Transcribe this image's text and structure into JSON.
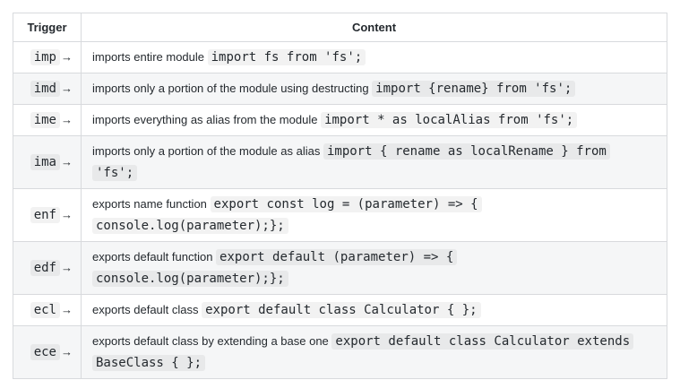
{
  "colors": {
    "text": "#24292e",
    "border": "#d8dadd",
    "alt_row_bg": "#f5f6f7",
    "code_chip_bg": "#f0f1f2"
  },
  "table": {
    "columns": [
      {
        "label": "Trigger"
      },
      {
        "label": "Content"
      }
    ],
    "rows": [
      {
        "trigger": "imp",
        "arrow": "→",
        "lines": [
          [
            {
              "t": "text",
              "s": "imports entire module "
            },
            {
              "t": "code",
              "s": "import fs from 'fs';"
            }
          ]
        ]
      },
      {
        "trigger": "imd",
        "arrow": "→",
        "lines": [
          [
            {
              "t": "text",
              "s": "imports only a portion of the module using destructing "
            },
            {
              "t": "code",
              "s": "import {rename} from 'fs';"
            }
          ]
        ]
      },
      {
        "trigger": "ime",
        "arrow": "→",
        "lines": [
          [
            {
              "t": "text",
              "s": "imports everything as alias from the module "
            },
            {
              "t": "code",
              "s": "import * as localAlias from 'fs';"
            }
          ]
        ]
      },
      {
        "trigger": "ima",
        "arrow": "→",
        "lines": [
          [
            {
              "t": "text",
              "s": "imports only a portion of the module as alias "
            },
            {
              "t": "code",
              "s": "import { rename as localRename } from"
            }
          ],
          [
            {
              "t": "code",
              "s": "'fs';"
            }
          ]
        ]
      },
      {
        "trigger": "enf",
        "arrow": "→",
        "lines": [
          [
            {
              "t": "text",
              "s": "exports name function "
            },
            {
              "t": "code",
              "s": "export const log = (parameter) => {"
            }
          ],
          [
            {
              "t": "code",
              "s": "console.log(parameter);};"
            }
          ]
        ]
      },
      {
        "trigger": "edf",
        "arrow": "→",
        "lines": [
          [
            {
              "t": "text",
              "s": "exports default function "
            },
            {
              "t": "code",
              "s": "export default (parameter) => {"
            }
          ],
          [
            {
              "t": "code",
              "s": "console.log(parameter);};"
            }
          ]
        ]
      },
      {
        "trigger": "ecl",
        "arrow": "→",
        "lines": [
          [
            {
              "t": "text",
              "s": "exports default class "
            },
            {
              "t": "code",
              "s": "export default class Calculator { };"
            }
          ]
        ]
      },
      {
        "trigger": "ece",
        "arrow": "→",
        "lines": [
          [
            {
              "t": "text",
              "s": "exports default class by extending a base one "
            },
            {
              "t": "code",
              "s": "export default class Calculator extends"
            }
          ],
          [
            {
              "t": "code",
              "s": "BaseClass { };"
            }
          ]
        ]
      }
    ]
  }
}
